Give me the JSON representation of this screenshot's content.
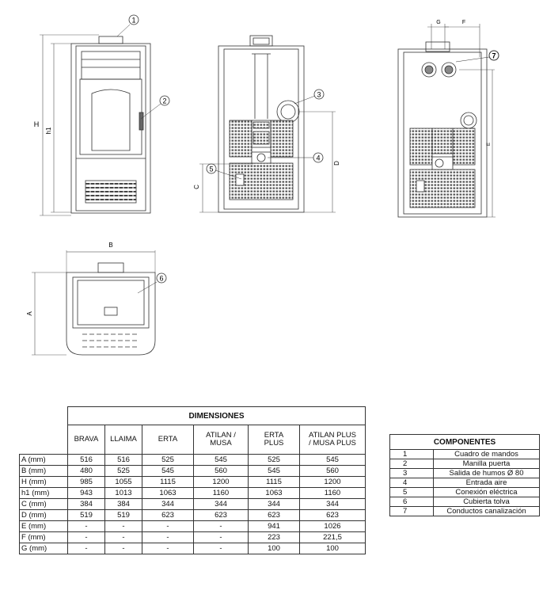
{
  "callouts": [
    "1",
    "2",
    "3",
    "4",
    "5",
    "6",
    "7"
  ],
  "dimension_labels": {
    "H": "H",
    "h1": "h1",
    "C": "C",
    "D": "D",
    "B": "B",
    "A": "A",
    "G": "G",
    "F": "F",
    "E": "E"
  },
  "dimensions_table": {
    "title": "DIMENSIONES",
    "columns": [
      "BRAVA",
      "LLAIMA",
      "ERTA",
      "ATILAN /\nMUSA",
      "ERTA\nPLUS",
      "ATILAN PLUS\n/ MUSA PLUS"
    ],
    "rows": [
      {
        "label": "A (mm)",
        "values": [
          "516",
          "516",
          "525",
          "545",
          "525",
          "545"
        ]
      },
      {
        "label": "B (mm)",
        "values": [
          "480",
          "525",
          "545",
          "560",
          "545",
          "560"
        ]
      },
      {
        "label": "H (mm)",
        "values": [
          "985",
          "1055",
          "1115",
          "1200",
          "1115",
          "1200"
        ]
      },
      {
        "label": "h1 (mm)",
        "values": [
          "943",
          "1013",
          "1063",
          "1160",
          "1063",
          "1160"
        ]
      },
      {
        "label": "C (mm)",
        "values": [
          "384",
          "384",
          "344",
          "344",
          "344",
          "344"
        ]
      },
      {
        "label": "D (mm)",
        "values": [
          "519",
          "519",
          "623",
          "623",
          "623",
          "623"
        ]
      },
      {
        "label": "E (mm)",
        "values": [
          "-",
          "-",
          "-",
          "-",
          "941",
          "1026"
        ]
      },
      {
        "label": "F (mm)",
        "values": [
          "-",
          "-",
          "-",
          "-",
          "223",
          "221,5"
        ]
      },
      {
        "label": "G (mm)",
        "values": [
          "-",
          "-",
          "-",
          "-",
          "100",
          "100"
        ]
      }
    ]
  },
  "components_table": {
    "title": "COMPONENTES",
    "items": [
      {
        "num": "1",
        "label": "Cuadro de mandos"
      },
      {
        "num": "2",
        "label": "Manilla puerta"
      },
      {
        "num": "3",
        "label": "Salida de humos Ø 80"
      },
      {
        "num": "4",
        "label": "Entrada aire"
      },
      {
        "num": "5",
        "label": "Conexión eléctrica"
      },
      {
        "num": "6",
        "label": "Cubierta tolva"
      },
      {
        "num": "7",
        "label": "Conductos canalización"
      }
    ]
  }
}
